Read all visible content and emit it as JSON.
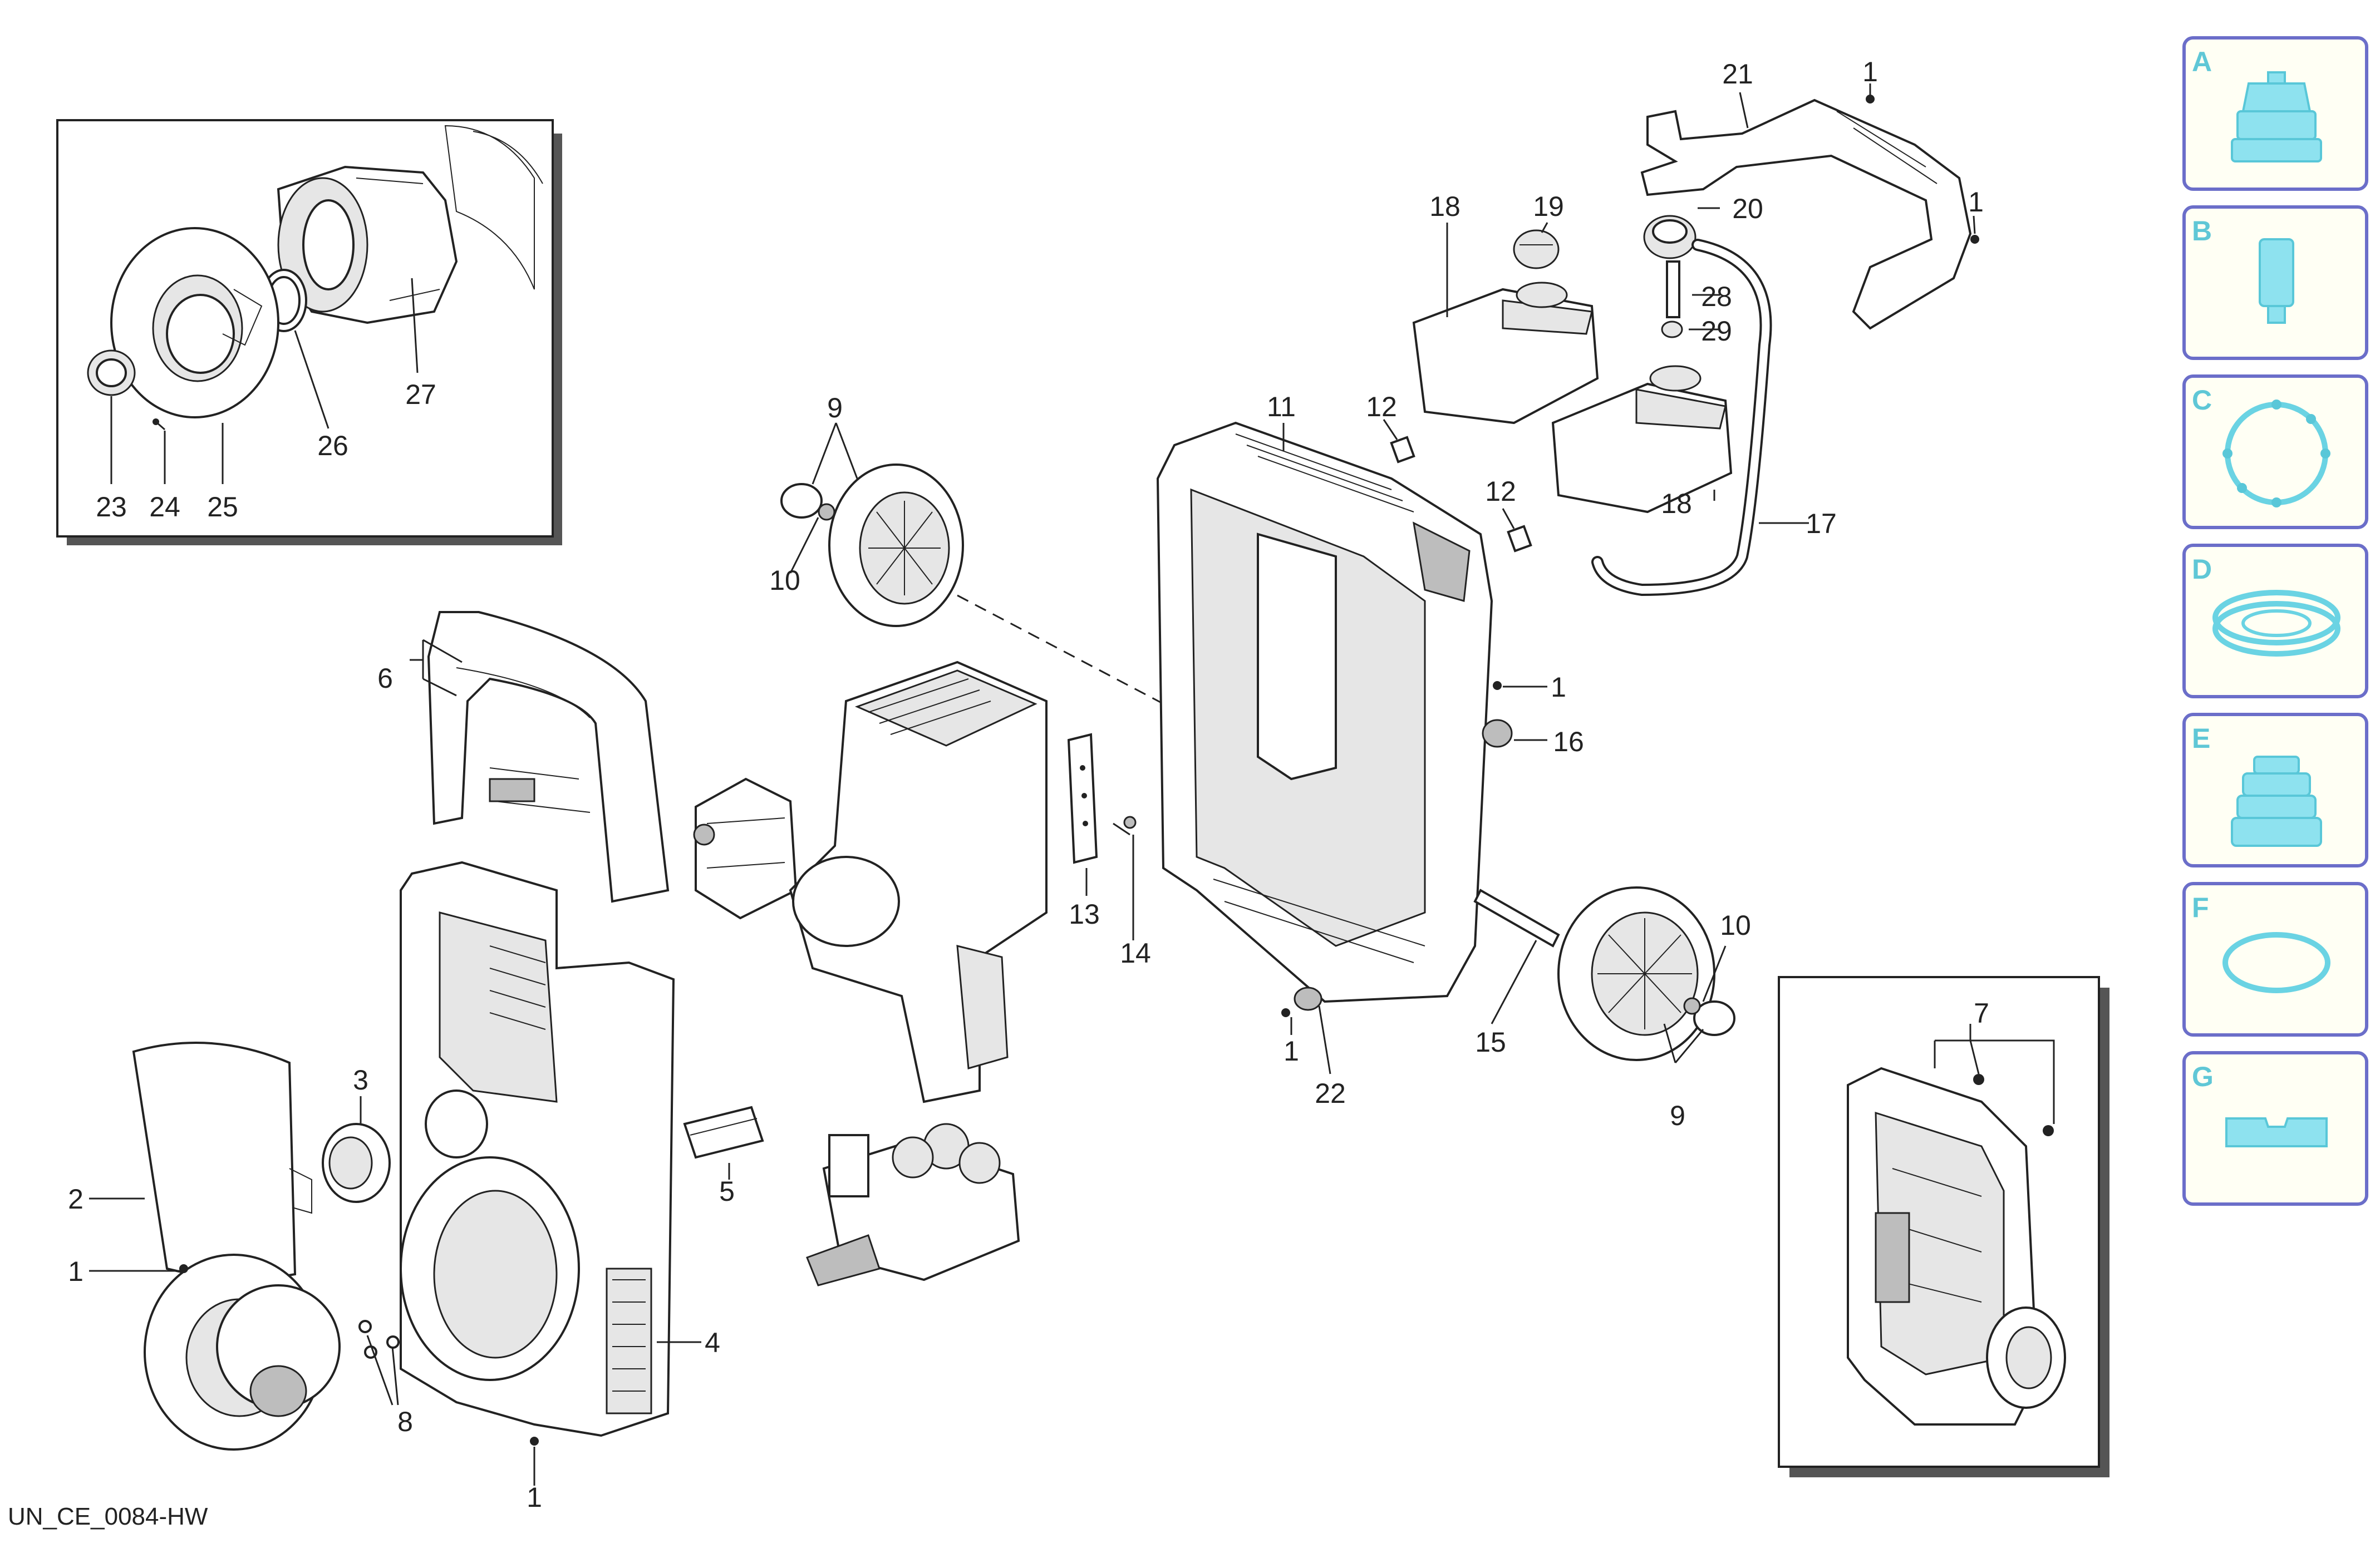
{
  "diagram": {
    "drawing_code": "UN_CE_0084-HW",
    "callouts": [
      "1",
      "2",
      "3",
      "4",
      "5",
      "6",
      "7",
      "8",
      "9",
      "10",
      "11",
      "12",
      "13",
      "14",
      "15",
      "16",
      "17",
      "18",
      "19",
      "20",
      "21",
      "22",
      "23",
      "24",
      "25",
      "26",
      "27",
      "28",
      "29"
    ],
    "tabs": [
      {
        "letter": "A",
        "icon": "nozzle-icon"
      },
      {
        "letter": "B",
        "icon": "cartridge-icon"
      },
      {
        "letter": "C",
        "icon": "o-ring-icon"
      },
      {
        "letter": "D",
        "icon": "seal-ring-icon"
      },
      {
        "letter": "E",
        "icon": "bellows-icon"
      },
      {
        "letter": "F",
        "icon": "gasket-icon"
      },
      {
        "letter": "G",
        "icon": "clip-icon"
      }
    ]
  }
}
